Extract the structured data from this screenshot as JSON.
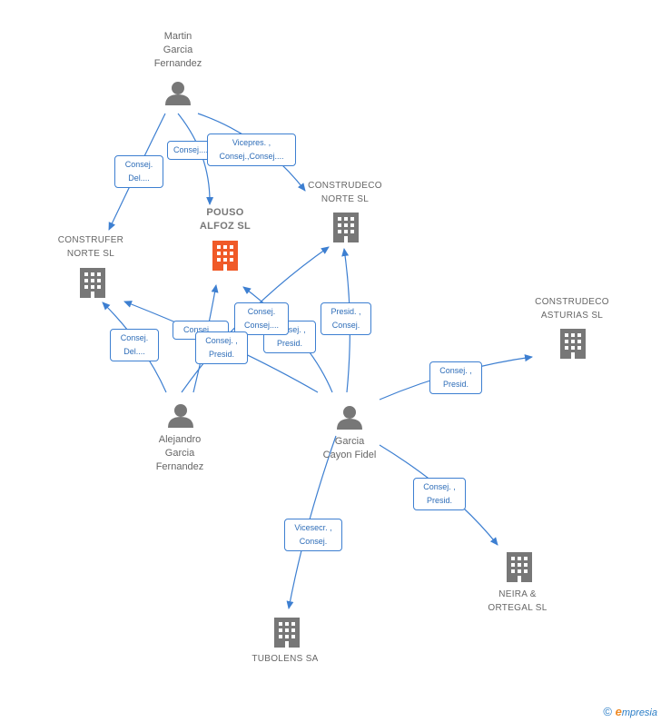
{
  "nodes": {
    "martin": {
      "label": "Martin\nGarcia\nFernandez"
    },
    "alejandro": {
      "label": "Alejandro\nGarcia\nFernandez"
    },
    "garcia_cayon": {
      "label": "Garcia\nCayon Fidel"
    },
    "pouso": {
      "label": "POUSO\nALFOZ SL"
    },
    "construdeco_norte": {
      "label": "CONSTRUDECO\nNORTE SL"
    },
    "construfer": {
      "label": "CONSTRUFER\nNORTE SL"
    },
    "construdeco_asturias": {
      "label": "CONSTRUDECO\nASTURIAS SL"
    },
    "neira": {
      "label": "NEIRA &\nORTEGAL SL"
    },
    "tubolens": {
      "label": "TUBOLENS SA"
    }
  },
  "edges": {
    "martin_construfer": "Consej.\nDel....",
    "martin_pouso": "Consej....",
    "martin_construdeco_norte": "Vicepres. ,\nConsej.,Consej....",
    "alejandro_construfer": "Consej.\nDel....",
    "alejandro_construdeco_norte": "Consej....",
    "alejandro_pouso": "Consej. ,\nPresid.",
    "garcia_pouso_a": "Consej.\nConsej....",
    "garcia_pouso_b": "Consej. ,\nPresid.",
    "garcia_construdeco_norte": "Presid. ,\nConsej.",
    "garcia_asturias": "Consej. ,\nPresid.",
    "garcia_neira": "Consej. ,\nPresid.",
    "garcia_tubolens": "Vicesecr. ,\nConsej."
  },
  "footer": {
    "copyright": "©",
    "brand_initial": "e",
    "brand_rest": "mpresia"
  },
  "colors": {
    "edge": "#3d7fd1",
    "person": "#777777",
    "company": "#777777",
    "highlight": "#f05a28"
  }
}
